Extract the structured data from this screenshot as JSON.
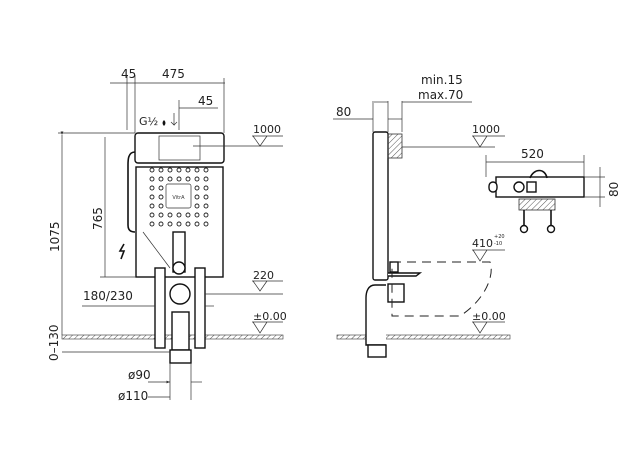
{
  "front_view": {
    "dim_side_offset": "45",
    "dim_width": "475",
    "dim_inlet_offset": "45",
    "inlet_thread": "G½",
    "dim_cistern_height": "765",
    "dim_total_height": "1075",
    "dim_bolt_spacing": "180/230",
    "dim_floor_adjust": "0–130",
    "dim_pipe_90": "ø90",
    "dim_pipe_110": "ø110",
    "level_top": "1000",
    "level_outlet": "220",
    "level_floor": "±0.00",
    "logo": "VitrA"
  },
  "side_view": {
    "dim_depth": "80",
    "dim_wall_min": "min.15",
    "dim_wall_max": "max.70",
    "level_top": "1000",
    "level_seat": "410",
    "level_seat_tol_upper": "+20",
    "level_seat_tol_lower": "-10",
    "level_floor": "±0.00"
  },
  "plan_view": {
    "dim_width": "520",
    "dim_depth": "80"
  }
}
